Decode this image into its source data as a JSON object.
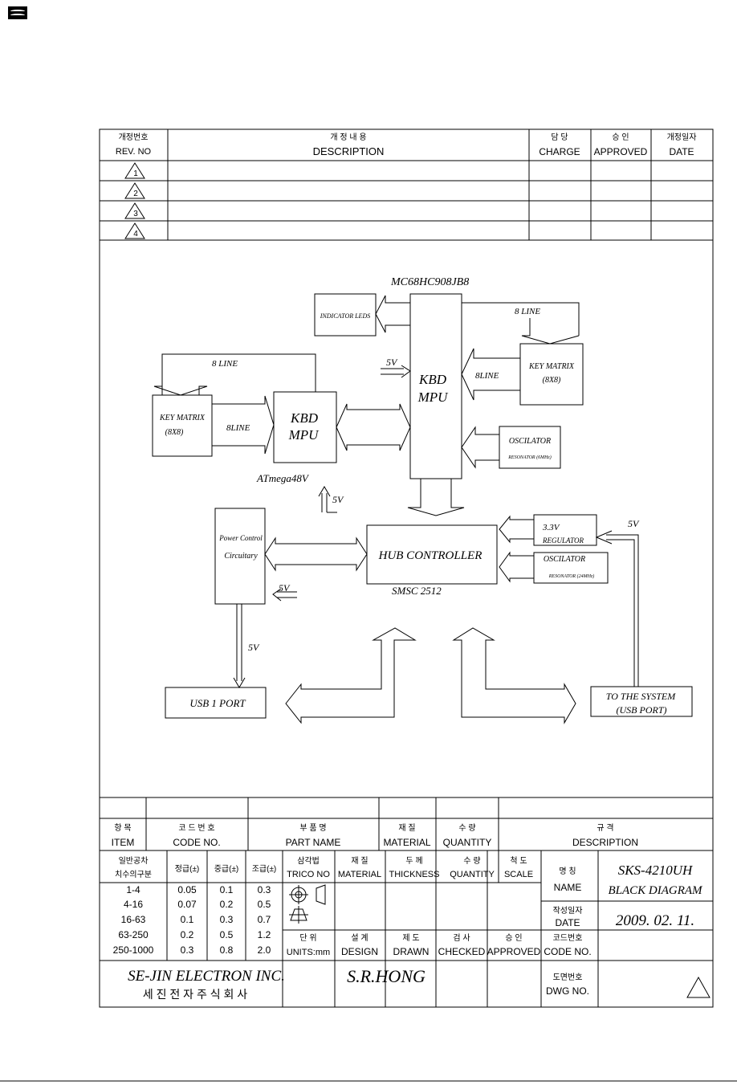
{
  "revision_block": {
    "rev_no_ko": "개정번호",
    "rev_no_en": "REV. NO",
    "description_ko": "개 정 내 용",
    "description_en": "DESCRIPTION",
    "charge_ko": "담 당",
    "charge_en": "CHARGE",
    "approved_ko": "승 인",
    "approved_en": "APPROVED",
    "date_ko": "개정일자",
    "date_en": "DATE",
    "revisions": [
      "1",
      "2",
      "3",
      "4"
    ]
  },
  "diagram": {
    "mcu_main_part": "MC68HC908JB8",
    "indicator_leds": "INDICATOR LEDS",
    "kbd_mpu_main_l1": "KBD",
    "kbd_mpu_main_l2": "MPU",
    "key_matrix_right_l1": "KEY MATRIX",
    "key_matrix_right_l2": "(8X8)",
    "line8_right": "8 LINE",
    "bus8_right": "8LINE",
    "oscillator_6_l1": "OSCILATOR",
    "oscillator_6_l2": "RESONATOR (6MHz)",
    "v5_main": "5V",
    "line8_left": "8 LINE",
    "key_matrix_left_l1": "KEY MATRIX",
    "key_matrix_left_l2": "(8X8)",
    "bus8_left": "8LINE",
    "kbd_mpu_sub_l1": "KBD",
    "kbd_mpu_sub_l2": "MPU",
    "mcu_sub_part": "ATmega48V",
    "v5_sub": "5V",
    "power_control_l1": "Power Control",
    "power_control_l2": "Circuitary",
    "v5_power": "5V",
    "hub_controller": "HUB CONTROLLER",
    "hub_part": "SMSC 2512",
    "regulator_l1": "3.3V",
    "regulator_l2": "REGULATOR",
    "oscillator_24_l1": "OSCILATOR",
    "oscillator_24_l2": "RESONATOR (24MHz)",
    "v5_system": "5V",
    "v5_usb": "5V",
    "usb_port": "USB 1 PORT",
    "to_system_l1": "TO THE SYSTEM",
    "to_system_l2": "(USB PORT)"
  },
  "title_block": {
    "item_ko": "항 목",
    "item_en": "ITEM",
    "code_no_ko": "코 드 번 호",
    "code_no_en": "CODE NO.",
    "part_name_ko": "부 품 명",
    "part_name_en": "PART NAME",
    "material_ko": "재 질",
    "material_en": "MATERIAL",
    "quantity_ko": "수 량",
    "quantity_en": "QUANTITY",
    "description_ko": "규 격",
    "description_en": "DESCRIPTION",
    "tol_header_ko_1": "일반공차",
    "tol_header_ko_2": "치수의구분",
    "precision_fine_ko": "정급(±)",
    "precision_medium_ko": "중급(±)",
    "precision_coarse_ko": "조급(±)",
    "tolerance_rows": [
      {
        "range": "1-4",
        "fine": "0.05",
        "medium": "0.1",
        "coarse": "0.3"
      },
      {
        "range": "4-16",
        "fine": "0.07",
        "medium": "0.2",
        "coarse": "0.5"
      },
      {
        "range": "16-63",
        "fine": "0.1",
        "medium": "0.3",
        "coarse": "0.7"
      },
      {
        "range": "63-250",
        "fine": "0.2",
        "medium": "0.5",
        "coarse": "1.2"
      },
      {
        "range": "250-1000",
        "fine": "0.3",
        "medium": "0.8",
        "coarse": "2.0"
      }
    ],
    "projection_ko": "삼각법",
    "projection_en": "TRICO NO",
    "material2_ko": "재 질",
    "material2_en": "MATERIAL",
    "thickness_ko": "두 께",
    "thickness_en": "THICKNESS",
    "quantity2_ko": "수 량",
    "quantity2_en": "QUANTITY",
    "scale_ko": "척 도",
    "scale_en": "SCALE",
    "name_ko": "명 칭",
    "name_en": "NAME",
    "name_value_1": "SKS-4210UH",
    "name_value_2": "BLACK DIAGRAM",
    "date_ko": "작성일자",
    "date_en": "DATE",
    "date_value": "2009. 02. 11.",
    "units_ko": "단 위",
    "units_en": "UNITS:mm",
    "design_ko": "설 계",
    "design_en": "DESIGN",
    "drawn_ko": "제 도",
    "drawn_en": "DRAWN",
    "checked_ko": "검 사",
    "checked_en": "CHECKED",
    "approved_ko": "승 인",
    "approved_en": "APPROVED",
    "code_no2_ko": "코드번호",
    "code_no2_en": "CODE NO.",
    "company_en": "SE-JIN ELECTRON INC.",
    "company_ko": "세 진 전 자 주 식 회 사",
    "designer": "S.R.HONG",
    "dwg_no_ko": "도면번호",
    "dwg_no_en": "DWG NO."
  }
}
